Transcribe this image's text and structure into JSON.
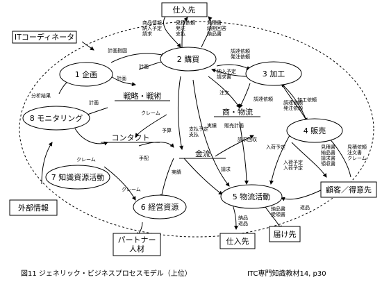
{
  "caption": {
    "title": "図11 ジェネリック・ビジネスプロセスモデル（上位）",
    "source": "ITC専門知識教材14, p30"
  },
  "nodes": {
    "it_coordinator": "ITコーディネータ",
    "supplier_top": "仕入先",
    "kikaku": "1 企画",
    "kobai": "2 購買",
    "kako": "3 加工",
    "hanbai": "4 販売",
    "butsuryu": "5 物流活動",
    "keiei": "6 経営資源",
    "chishiki": "7 知識資源活動",
    "monitoring": "8 モニタリング",
    "senryaku": "戦略・戦術",
    "contact": "コンタクト",
    "shohin_butsuryu": "商・物流",
    "kinryu": "金流",
    "customer": "顧客／得意先",
    "external_info": "外部情報",
    "partner": "パートナー\n人材",
    "supplier_bottom": "仕入先",
    "delivery": "届け先"
  },
  "labels": {
    "l_sup_left": "商品情報\n納入予定\n請求",
    "l_sup_mid": "見積依頼\n発注\n支払",
    "l_sup_right": "見積書\n納期回答\n納品書",
    "l_kk_plan": "計画指図",
    "l_kk_plan2": "計画",
    "l_kk_plan3": "計画",
    "l_kk_plan4": "計画",
    "l_kb_ka": "調達依頼\n発注依頼",
    "l_ka_kb2": "納入予定\n請求書",
    "l_order": "注文",
    "l_kako_req": "調達依頼",
    "l_process_req": "加工依頼",
    "l_hanbai_req": "調達依頼\n発注依頼",
    "l_analysis": "分析結果",
    "l_claim": "クレーム",
    "l_yosan": "予算",
    "l_pay_plan": "支払予定\n支払",
    "l_hanbai_plan": "販売計画",
    "l_nyuka": "入荷予定",
    "l_seikyu_kaishu": "請求回収",
    "l_jisseki": "実績",
    "l_nyuka2": "入荷予定\n入荷予定",
    "l_seikyu": "請求",
    "l_cust": "見積書\n納品書\n請求書\n領収書",
    "l_cust2": "見積依頼\n注文書\nクレーム",
    "l_claim2": "クレーム",
    "l_tehai": "手配",
    "l_jisseki2": "実績",
    "l_claim3": "クレーム",
    "l_nohin": "納品\n返品",
    "l_nohinsho": "納品書\n受領書",
    "l_henpin": "返品"
  }
}
